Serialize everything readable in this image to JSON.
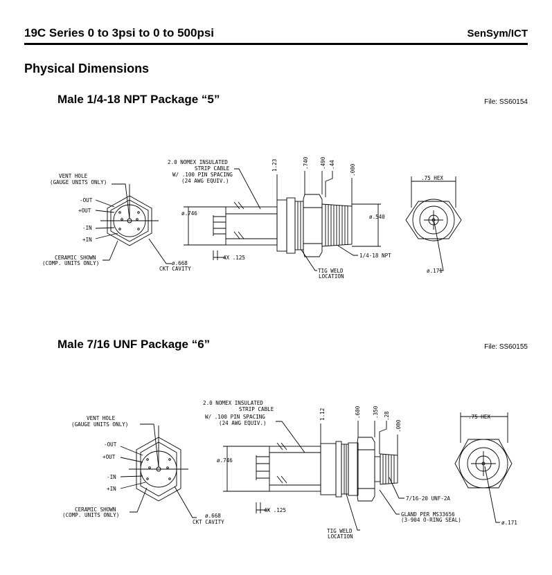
{
  "header": {
    "title": "19C Series 0 to 3psi to 0 to 500psi",
    "brand": "SenSym/ICT"
  },
  "section_title": "Physical Dimensions",
  "packages": [
    {
      "title": "Male 1/4-18 NPT Package “5”",
      "file": "File: SS60154",
      "labels": {
        "vent_hole_1": "VENT HOLE",
        "vent_hole_2": "(GAUGE UNITS ONLY)",
        "out_neg": "-OUT",
        "out_pos": "+OUT",
        "in_neg": "-IN",
        "in_pos": "+IN",
        "ceramic_1": "CERAMIC SHOWN",
        "ceramic_2": "(COMP. UNITS ONLY)",
        "cavity_1": "ø.668",
        "cavity_2": "CKT CAVITY",
        "cable_1": "2.0 NOMEX INSULATED",
        "cable_2": "STRIP CABLE",
        "cable_3": "W/ .100 PIN SPACING",
        "cable_4": "(24 AWG EQUIV.)",
        "dim_123": "1.23",
        "dim_740": ".740",
        "dim_490": ".490",
        "dim_44": ".44",
        "dim_000": ".000",
        "dia_746": "ø.746",
        "dia_540": "ø.540",
        "pins": "4X .125",
        "thread": "1/4-18 NPT",
        "tig_1": "TIG WELD",
        "tig_2": "LOCATION",
        "hex": ".75 HEX",
        "dia_171": "ø.171"
      }
    },
    {
      "title": "Male 7/16 UNF Package “6”",
      "file": "File: SS60155",
      "labels": {
        "vent_hole_1": "VENT HOLE",
        "vent_hole_2": "(GAUGE UNITS ONLY)",
        "out_neg": "-OUT",
        "out_pos": "+OUT",
        "in_neg": "-IN",
        "in_pos": "+IN",
        "ceramic_1": "CERAMIC SHOWN",
        "ceramic_2": "(COMP. UNITS ONLY)",
        "cavity_1": "ø.668",
        "cavity_2": "CKT CAVITY",
        "cable_1": "2.0 NOMEX INSULATED",
        "cable_2": "STRIP CABLE",
        "cable_3": "W/ .100 PIN SPACING",
        "cable_4": "(24 AWG EQUIV.)",
        "dim_112": "1.12",
        "dim_600": ".600",
        "dim_350": ".350",
        "dim_28": ".28",
        "dim_000": ".000",
        "dia_746": "ø.746",
        "pins": "4X .125",
        "thread": "7/16-20 UNF-2A",
        "gland_1": "GLAND PER MS33656",
        "gland_2": "(3-904 O-RING SEAL)",
        "tig_1": "TIG WELD",
        "tig_2": "LOCATION",
        "hex": ".75 HEX",
        "dia_171": "ø.171"
      }
    }
  ]
}
